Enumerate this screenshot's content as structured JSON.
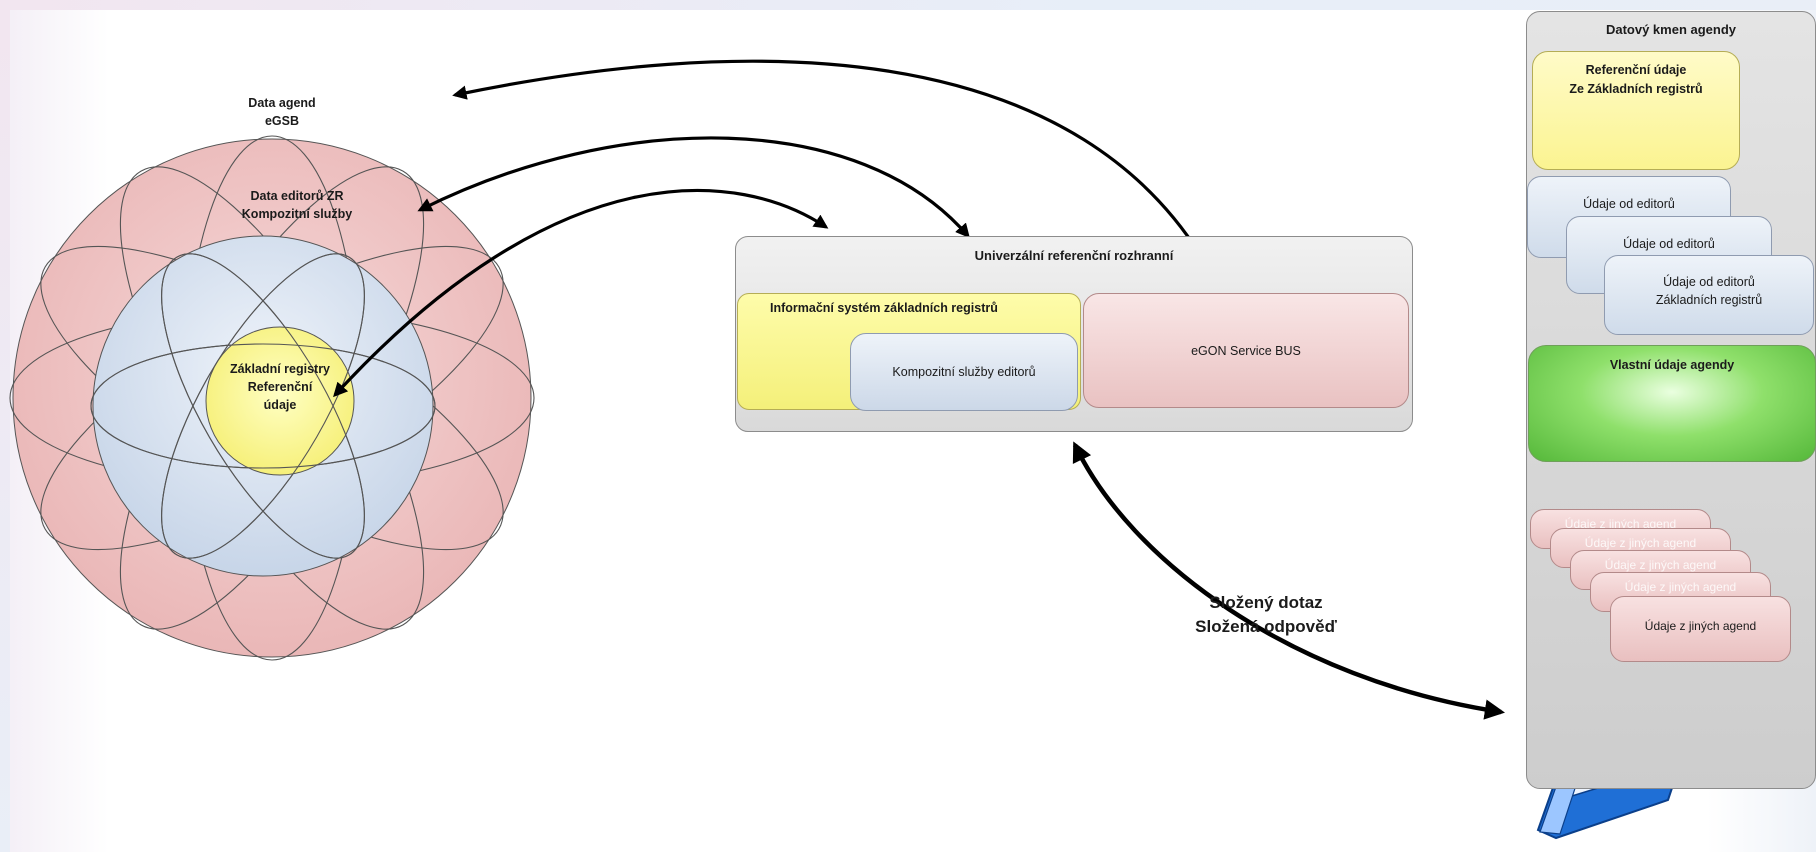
{
  "rings": {
    "outer_label_line1": "Data agend",
    "outer_label_line2": "eGSB",
    "middle_label_line1": "Data editorů ZR",
    "middle_label_line2": "Kompozitní služby",
    "inner_label_line1": "Základní registry",
    "inner_label_line2": "Referenční",
    "inner_label_line3": "údaje"
  },
  "interface": {
    "title": "Univerzální referenční rozhranní",
    "isz_title": "Informační systém základních registrů",
    "composite_label": "Kompozitní služby editorů",
    "egon_label": "eGON Service BUS"
  },
  "right_panel": {
    "title": "Datový kmen agendy",
    "ref_data_line1": "Referenční údaje",
    "ref_data_line2": "Ze Základních registrů",
    "editors_1": "Údaje od editorů",
    "editors_2": "Údaje od editorů",
    "editors_3_line1": "Údaje od editorů",
    "editors_3_line2": "Základních registrů",
    "own_data": "Vlastní údaje agendy",
    "other_agendas": [
      "Údaje z jiných agend",
      "Údaje z jiných agend",
      "Údaje z jiných agend",
      "Údaje z jiných agend",
      "Údaje z jiných agend"
    ]
  },
  "query": {
    "line1": "Složený dotaz",
    "line2": "Složená odpověď"
  },
  "colors": {
    "outer_ring": "#f0c4c4",
    "middle_ring": "#d4dfee",
    "inner_core": "#fbf88a",
    "green_box": "#6cc94a",
    "folder_icon": "#1f6fd6"
  },
  "icons": {
    "folder": "folder-document-icon"
  }
}
